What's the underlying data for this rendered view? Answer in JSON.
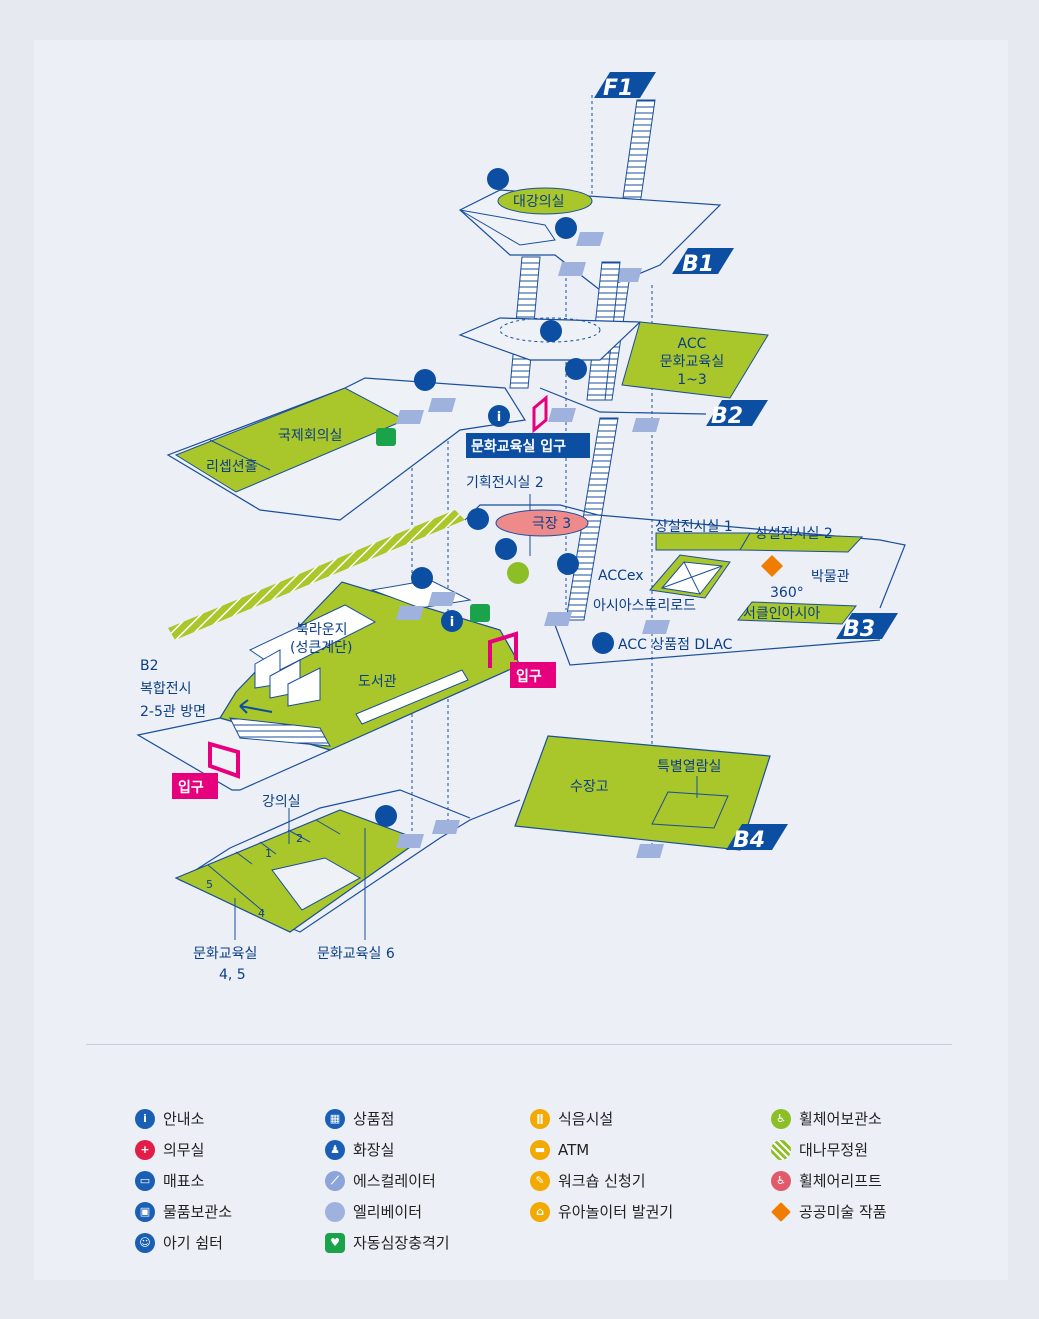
{
  "floors": {
    "f1": "F1",
    "b1": "B1",
    "b2": "B2",
    "b3": "B3",
    "b4": "B4"
  },
  "labels": {
    "lecture_hall": "대강의실",
    "acc_classroom": [
      "ACC",
      "문화교육실",
      "1~3"
    ],
    "international_room": "국제회의실",
    "reception_hall": "리셉션홀",
    "classroom_entrance": "문화교육실 입구",
    "special_exhibit_2": "기획전시실 2",
    "theater_3": "극장 3",
    "permanent_1": "상설전시실 1",
    "permanent_2": "상설전시실 2",
    "accex": "ACCex",
    "museum": "박물관",
    "asia_story_road": "아시아스토리로드",
    "circle_360": [
      "360°",
      "서클인아시아"
    ],
    "acc_store": "ACC 상품점 DLAC",
    "cloud_pond": [
      "북라운지",
      "(성큰계단)"
    ],
    "library": "도서관",
    "b2_complex": [
      "B2",
      "복합전시",
      "2-5관 방면"
    ],
    "entrance": "입구",
    "lecture_room": "강의실",
    "classroom_45": [
      "문화교육실",
      "4, 5"
    ],
    "classroom_6": "문화교육실 6",
    "storage": "수장고",
    "special_reading": "특별열람실",
    "room_nums": [
      "1",
      "2",
      "4",
      "5"
    ]
  },
  "legend": {
    "col1": [
      {
        "icon": "info-icon",
        "label": "안내소",
        "color": "#1a5fb4"
      },
      {
        "icon": "first-aid-icon",
        "label": "의무실",
        "color": "#e11d48"
      },
      {
        "icon": "ticket-icon",
        "label": "매표소",
        "color": "#1a5fb4"
      },
      {
        "icon": "locker-icon",
        "label": "물품보관소",
        "color": "#1a5fb4"
      },
      {
        "icon": "baby-icon",
        "label": "아기 쉼터",
        "color": "#1a5fb4"
      }
    ],
    "col2": [
      {
        "icon": "gift-icon",
        "label": "상품점",
        "color": "#1a5fb4"
      },
      {
        "icon": "restroom-icon",
        "label": "화장실",
        "color": "#1a5fb4"
      },
      {
        "icon": "escalator-icon",
        "label": "에스컬레이터",
        "color": "#8da4d8"
      },
      {
        "icon": "elevator-icon",
        "label": "엘리베이터",
        "color": "#9fb2de"
      },
      {
        "icon": "defibrillator-icon",
        "label": "자동심장충격기",
        "color": "#1aa34a"
      }
    ],
    "col3": [
      {
        "icon": "restaurant-icon",
        "label": "식음시설",
        "color": "#f2a900"
      },
      {
        "icon": "atm-icon",
        "label": "ATM",
        "color": "#f2a900"
      },
      {
        "icon": "workshop-icon",
        "label": "워크숍 신청기",
        "color": "#f2a900"
      },
      {
        "icon": "playground-icon",
        "label": "유아놀이터 발권기",
        "color": "#f2a900"
      }
    ],
    "col4": [
      {
        "icon": "wheelchair-storage-icon",
        "label": "휠체어보관소",
        "color": "#8cbf26"
      },
      {
        "icon": "bamboo-icon",
        "label": "대나무정원",
        "color": "#8cbf26"
      },
      {
        "icon": "wheelchair-lift-icon",
        "label": "휠체어리프트",
        "color": "#e05a6a"
      },
      {
        "icon": "public-art-icon",
        "label": "공공미술 작품",
        "color": "#f07c00"
      }
    ]
  },
  "colors": {
    "green": "#a9c62a",
    "blue": "#0b4ea2",
    "pink": "#e6007e",
    "elev": "#9fb2de",
    "line": "#1a4f9c"
  }
}
